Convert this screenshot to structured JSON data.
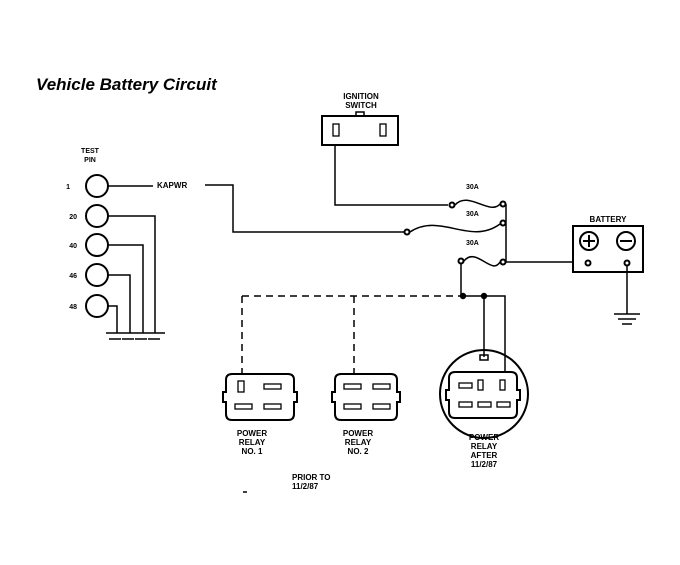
{
  "title": "Vehicle Battery Circuit",
  "ignition_switch": {
    "label_line1": "IGNITION",
    "label_line2": "SWITCH"
  },
  "test_pin": {
    "label_line1": "TEST",
    "label_line2": "PIN",
    "pins": [
      "1",
      "20",
      "40",
      "46",
      "48"
    ]
  },
  "kapwr_label": "KAPWR",
  "fuses": [
    "30A",
    "30A",
    "30A"
  ],
  "battery": {
    "label": "BATTERY"
  },
  "relays": {
    "relay1": {
      "line1": "POWER",
      "line2": "RELAY",
      "line3": "NO. 1"
    },
    "relay2": {
      "line1": "POWER",
      "line2": "RELAY",
      "line3": "NO. 2"
    },
    "relay3": {
      "line1": "POWER",
      "line2": "RELAY",
      "line3": "AFTER",
      "line4": "11/2/87"
    }
  },
  "prior_note": {
    "line1": "PRIOR TO",
    "line2": "11/2/87"
  }
}
